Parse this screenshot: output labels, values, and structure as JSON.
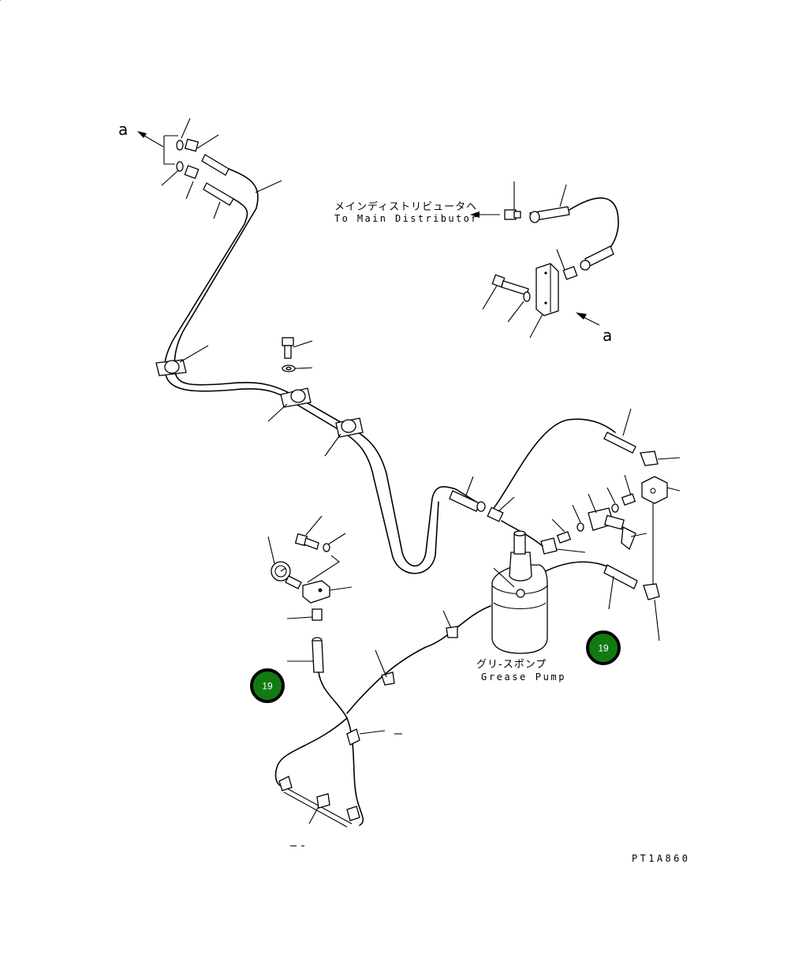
{
  "labels": {
    "ref_a_top": "a",
    "ref_a_right": "a",
    "main_distributor_jp": "メインディストリビュータヘ",
    "main_distributor_en": "To Main Distributor",
    "grease_pump_jp": "グリ-スポンプ",
    "grease_pump_en": "Grease Pump",
    "figure_code": "PT1A860"
  },
  "badges": [
    {
      "id": "badge-left",
      "text": "19"
    },
    {
      "id": "badge-right",
      "text": "19"
    }
  ],
  "colors": {
    "line": "#000000",
    "background": "#ffffff",
    "badge_fill": "#137a13",
    "badge_border": "#000000",
    "badge_text": "#ffffff"
  }
}
